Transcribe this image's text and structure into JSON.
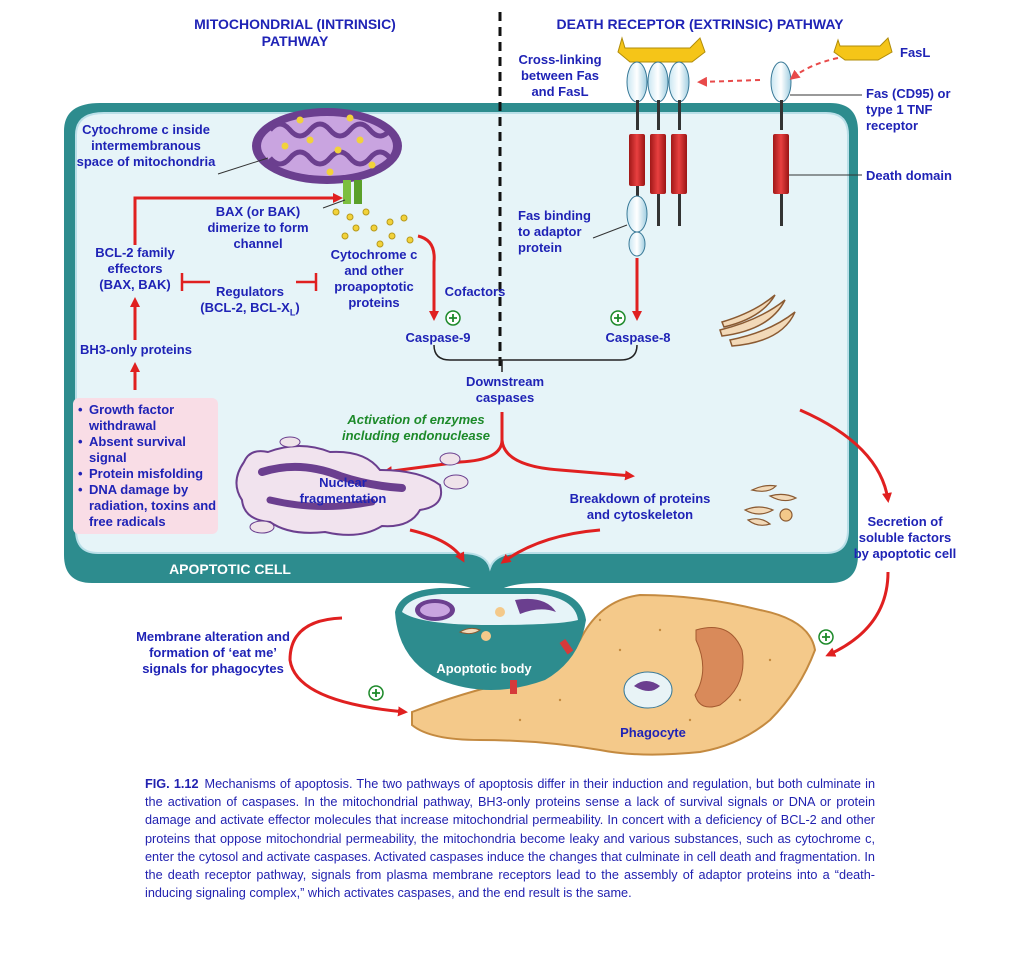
{
  "headers": {
    "intrinsic": "MITOCHONDRIAL (INTRINSIC)\nPATHWAY",
    "extrinsic": "DEATH RECEPTOR (EXTRINSIC) PATHWAY"
  },
  "labels": {
    "cyto_inside": "Cytochrome c inside\nintermembranous\nspace of mitochondria",
    "bax_bak": "BAX (or BAK)\ndimerize to form\nchannel",
    "bcl2_effectors": "BCL-2 family\neffectors\n(BAX, BAK)",
    "regulators_line1": "Regulators",
    "regulators_line2": "(BCL-2, BCL-X",
    "regulators_sub": "L",
    "regulators_end": ")",
    "cyto_other": "Cytochrome c\nand other\nproapoptotic\nproteins",
    "cofactors": "Cofactors",
    "caspase9": "Caspase-9",
    "caspase8": "Caspase-8",
    "bh3_only": "BH3-only proteins",
    "downstream": "Downstream\ncaspases",
    "activation": "Activation of enzymes\nincluding endonuclease",
    "nuclear_frag": "Nuclear\nfragmentation",
    "breakdown": "Breakdown of proteins\nand cytoskeleton",
    "secretion": "Secretion of\nsoluble factors\nby apoptotic cell",
    "apoptotic_cell": "APOPTOTIC CELL",
    "membrane_alt": "Membrane alteration and\nformation of ‘eat me’\nsignals for phagocytes",
    "apoptotic_body": "Apoptotic body",
    "phagocyte": "Phagocyte",
    "cross_linking": "Cross-linking\nbetween Fas\nand FasL",
    "fasl": "FasL",
    "fas_receptor": "Fas (CD95) or\ntype 1 TNF\nreceptor",
    "death_domain": "Death domain",
    "fas_binding": "Fas binding\nto adaptor\nprotein",
    "plus_sign": "+"
  },
  "stimuli": [
    "Growth factor withdrawal",
    "Absent survival signal",
    "Protein misfolding",
    "DNA damage by radiation, toxins and free radicals"
  ],
  "caption": {
    "fig_label": "FIG. 1.12",
    "text": "Mechanisms of apoptosis. The two pathways of apoptosis differ in their induction and regulation, but both culminate in the activation of caspases. In the mitochondrial pathway, BH3-only proteins sense a lack of survival signals or DNA or protein damage and activate effector molecules that increase mitochondrial permeability. In concert with a deficiency of BCL-2 and other proteins that oppose mitochondrial permeability, the mitochondria become leaky and various substances, such as cytochrome c, enter the cytosol and activate caspases. Activated caspases induce the changes that culminate in cell death and fragmentation. In the death receptor pathway, signals from plasma membrane receptors lead to the assembly of adaptor proteins into a “death-inducing signaling complex,” which activates caspases, and the end result is the same."
  },
  "colors": {
    "cell_fill": "#e6f4f8",
    "membrane": "#2d8c8e",
    "arrow": "#e02020",
    "label": "#1f23b6",
    "mito": "#6b3f8f",
    "phagocyte": "#f4c98a"
  }
}
